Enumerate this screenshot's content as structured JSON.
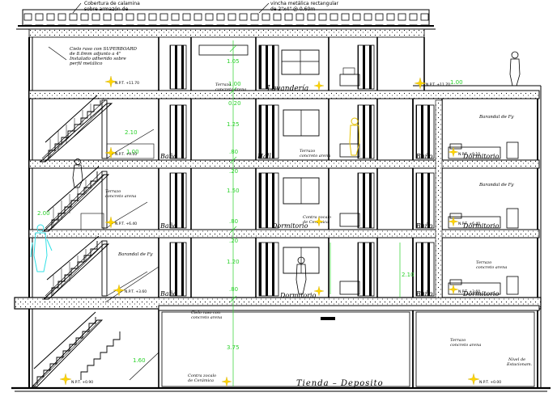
{
  "top_notes": {
    "roof": [
      "Cobertura de calamina",
      "sobre armazón de"
    ],
    "metal": [
      "vincha metálica rectangular",
      "de 2\"x4\" @ 0.60m"
    ]
  },
  "ceiling_note": [
    "Cielo raso con SUPERBOARD",
    "de 8.0mm adjunto a 4\"",
    "Instalado adherido sobre",
    "perfil metálico"
  ],
  "dimensions": {
    "top_floor": [
      "1.05",
      "1.00",
      "0.20"
    ],
    "floor3": [
      "1.25",
      ".80",
      ".20"
    ],
    "floor2": [
      "1.50",
      ".80",
      ".20"
    ],
    "floor1": [
      "1.20",
      ".80"
    ],
    "ground": [
      "3.75"
    ],
    "stairs": [
      "2.10",
      "1.00",
      "2.00",
      "1.60"
    ],
    "right": [
      "1.00",
      "2.10"
    ]
  },
  "room_labels": {
    "lavanderia": "Lavandería",
    "hall": "Hall",
    "bano": "Baño",
    "dormitorio": "Dormitorio",
    "tienda": "Tienda – Deposito"
  },
  "notes": {
    "barandal": "Barandal de Fy",
    "terrazo": [
      "Terrazo",
      "concreto arena"
    ],
    "zocalo": [
      "Contra zocalo",
      "de Cerámica"
    ],
    "cielo_raso": [
      "Cielo raso con",
      "concreto arena"
    ],
    "nivel": [
      "Nivel de",
      "Estacionam."
    ],
    "pavimento": [
      "Terrazo",
      "concreto arena"
    ]
  },
  "levels": [
    "N.P.T. +11.70",
    "N.P.T. +9.10",
    "N.P.T. +6.40",
    "N.P.T. +3.60",
    "N.P.T. +0.90",
    "N.P.T. +0.00"
  ],
  "colors": {
    "ink": "#000000",
    "dimension": "#2bd12b",
    "level_marker": "#ffd400",
    "figure": "#33e0e6",
    "figure_yellow": "#e6c200"
  }
}
